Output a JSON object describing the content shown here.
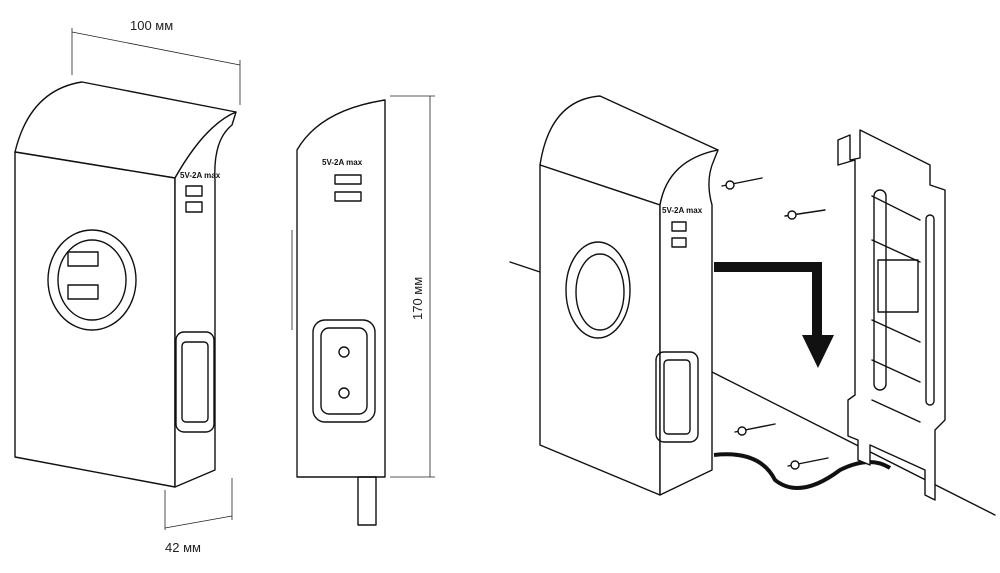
{
  "dimensions": {
    "width": "100 мм",
    "height": "170 мм",
    "depth": "42 мм"
  },
  "usb_label": "5V-2A max",
  "colors": {
    "line": "#111111",
    "background": "#ffffff"
  }
}
